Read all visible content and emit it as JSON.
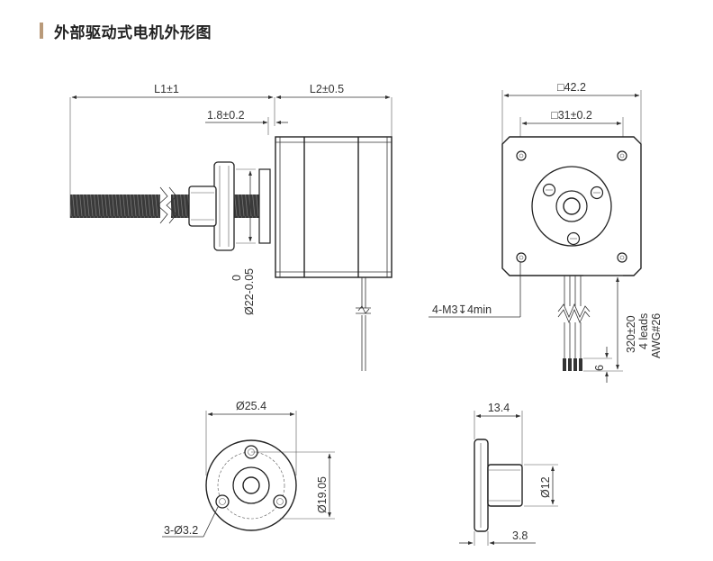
{
  "header": {
    "title": "外部驱动式电机外形图"
  },
  "dims": {
    "l1": "L1±1",
    "l2": "L2±0.5",
    "flange_gap": "1.8±0.2",
    "boss_dia_tol": "0",
    "boss_dia": "Ø22-0.05",
    "sq_outer": "□42.2",
    "sq_holes": "□31±0.2",
    "mount_holes": "4-M3↧4min",
    "lead_len": "320±20",
    "leads": "4 leads",
    "awg": "AWG#26",
    "strip": "6",
    "nut_od": "Ø25.4",
    "nut_pcd": "Ø19.05",
    "nut_holes": "3-Ø3.2",
    "nut_len": "13.4",
    "nut_boss": "Ø12",
    "nut_flange": "3.8"
  }
}
